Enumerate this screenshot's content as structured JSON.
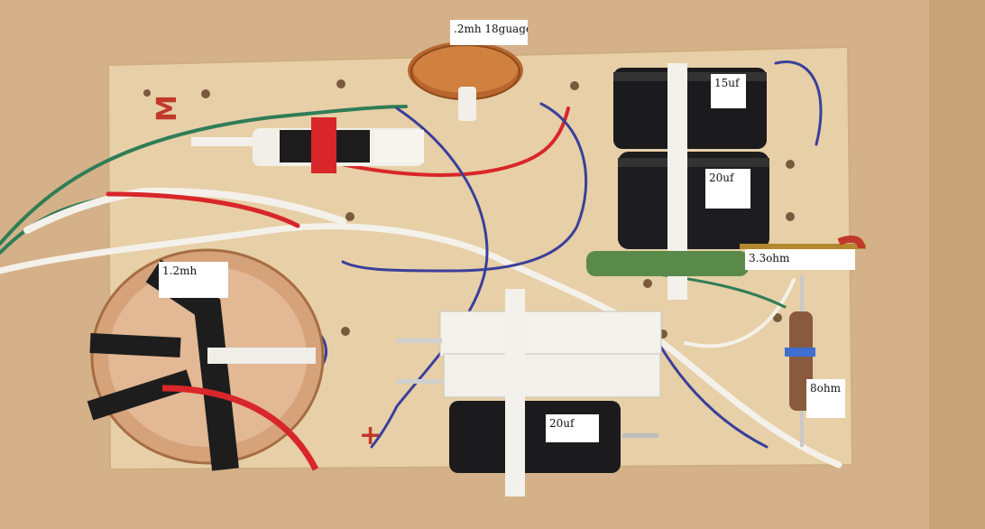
{
  "photo": {
    "colors": {
      "wall": "#d7b58a",
      "board": "#e9d3ad",
      "capacitor": "#1b1b1d",
      "resistor_body": "#f1efe9",
      "copper": "#c9783c",
      "wire_red": "#d8262a",
      "wire_blue": "#3a3f9a",
      "wire_green": "#2f7d56",
      "wire_white": "#f4f1ea",
      "marker": "#c0392b"
    },
    "board_markings": [
      "M",
      "+"
    ]
  },
  "labels": {
    "inductor_small": ".2mh 18guage",
    "cap_top": "15uf",
    "cap_middle": "20uf",
    "resistor_3_3": "3.3ohm",
    "inductor_large": "1.2mh",
    "cap_bottom": "20uf",
    "resistor_8": "8ohm"
  }
}
